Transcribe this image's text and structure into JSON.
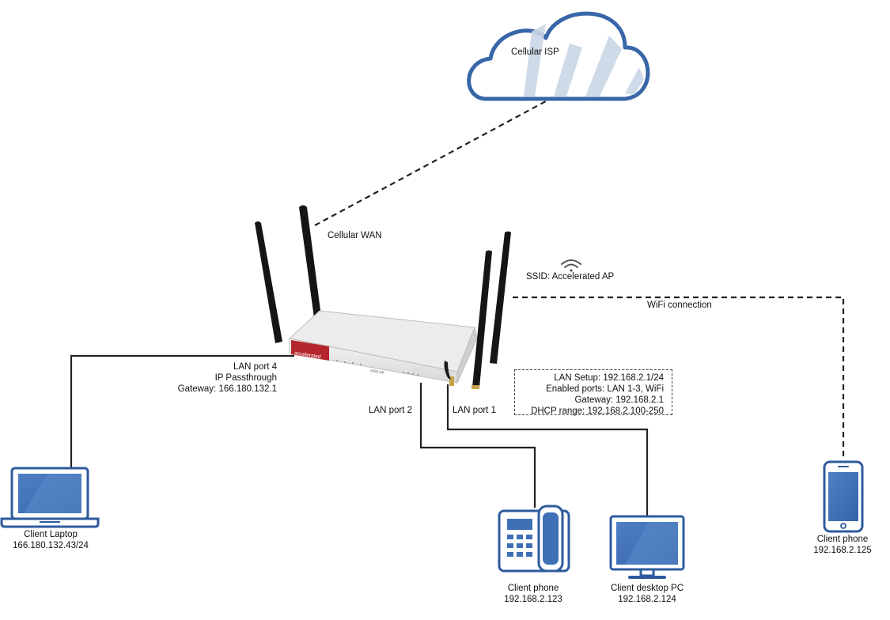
{
  "cloud": {
    "label": "Cellular ISP"
  },
  "wan": {
    "label": "Cellular WAN"
  },
  "wifi": {
    "ssid": "SSID:  Accelerated AP",
    "connection": "WiFi connection"
  },
  "router": {
    "brand": "accelerated",
    "model": "6350-SR"
  },
  "lan4": {
    "line1": "LAN port 4",
    "line2": "IP Passthrough",
    "line3": "Gateway:  166.180.132.1"
  },
  "lan2": {
    "label": "LAN port 2"
  },
  "lan1": {
    "label": "LAN port 1"
  },
  "lan_setup": {
    "line1": "LAN Setup: 192.168.2.1/24",
    "line2": "Enabled ports: LAN 1-3, WiFi",
    "line3": "Gateway:  192.168.2.1",
    "line4": "DHCP range: 192.168.2.100-250"
  },
  "devices": {
    "laptop": {
      "name": "Client Laptop",
      "ip": "166.180.132.43/24"
    },
    "desk_phone": {
      "name": "Client phone",
      "ip": "192.168.2.123"
    },
    "desktop": {
      "name": "Client desktop PC",
      "ip": "192.168.2.124"
    },
    "mobile": {
      "name": "Client phone",
      "ip": "192.168.2.125"
    }
  },
  "colors": {
    "device_blue": "#2e5b9e",
    "device_fill": "#3f6fb5",
    "router_red": "#b5262c"
  }
}
